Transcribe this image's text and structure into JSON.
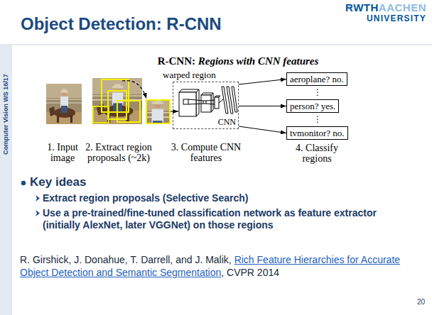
{
  "diagram": {
    "title": "Object Detection: R-CNN",
    "nodes": [
      {
        "text": [
          "CNN"
        ]
      },
      {
        "text": [
          "aeroplane? no."
        ]
      },
      {
        "text": [
          "person? yes."
        ]
      },
      {
        "text": [
          "tvmonitor? no."
        ]
      }
    ],
    "edges": [
      {
        "from": 0,
        "to": 1,
        "arrow": "to"
      },
      {
        "from": 0,
        "to": 2,
        "arrow": "to"
      },
      {
        "from": 0,
        "to": 3,
        "arrow": "to"
      }
    ],
    "labels": [
      "RWTH",
      "AACHEN",
      "UNIVERSITY",
      "Computer Vision WS 16/17",
      "R-CNN:",
      "Regions with CNN features",
      "warped region",
      "⋮",
      "⋮",
      "1. Input image",
      "2. Extract region proposals (~2k)",
      "3. Compute CNN features",
      "4. Classify regions",
      "Key ideas",
      "Extract region proposals (Selective Search)",
      "Use a pre-trained/fine-tuned classification network as feature extractor (initially AlexNet, later VGGNet) on those regions",
      "R. Girshick, J. Donahue, T. Darrell, and J. Malik,",
      "Rich Feature Hierarchies for Accurate Object Detection and Semantic Segmentation",
      ", CVPR 2014",
      "20"
    ]
  }
}
